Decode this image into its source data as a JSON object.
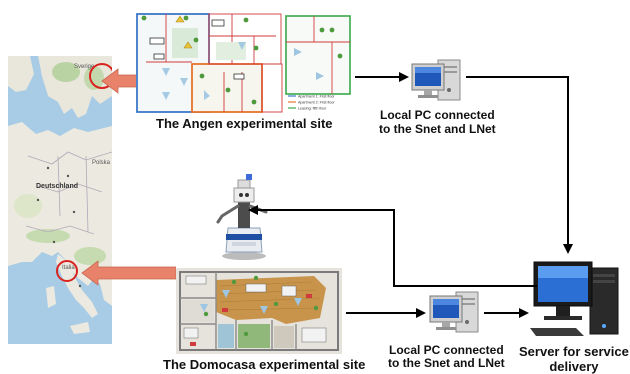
{
  "labels": {
    "angen_site": "The Angen experimental site",
    "domocasa_site": "The Domocasa experimental site",
    "local_pc_top": "Local PC connected\nto the Snet and LNet",
    "local_pc_bottom": "Local PC connected\nto the Snet and LNet",
    "server": "Server for service\ndelivery"
  },
  "floorplan_legend": [
    "Apartment 1: First floor",
    "Apartment 2: First floor",
    "Leasing: fifth floor"
  ],
  "map_labels": {
    "sweden": "Sverige",
    "poland": "Polska",
    "germany": "Deutschland",
    "italy": "Italia"
  },
  "colors": {
    "pointer_arrow": "#e8826a",
    "circle_marker": "#d9231f",
    "connector": "#000000",
    "apt1": "#3c78c8",
    "apt2": "#e8742a",
    "leasing": "#3aa84a"
  }
}
